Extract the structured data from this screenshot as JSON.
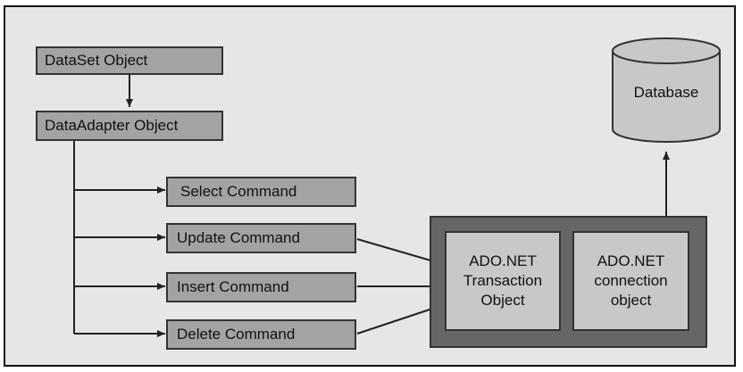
{
  "dataset": {
    "label": "DataSet Object"
  },
  "adapter": {
    "label": "DataAdapter Object"
  },
  "commands": [
    {
      "label": "Select Command"
    },
    {
      "label": "Update Command"
    },
    {
      "label": "Insert Command"
    },
    {
      "label": "Delete Command"
    }
  ],
  "transaction": {
    "line1": "ADO.NET",
    "line2": "Transaction",
    "line3": "Object"
  },
  "connection": {
    "line1": "ADO.NET",
    "line2": "connection",
    "line3": "object"
  },
  "database": {
    "label": "Database"
  },
  "colors": {
    "box_fill": "#a3a3a3",
    "inner_fill": "#c8c8c8",
    "outer_fill": "#666666",
    "background": "#e6e6e6",
    "line": "#222222"
  }
}
